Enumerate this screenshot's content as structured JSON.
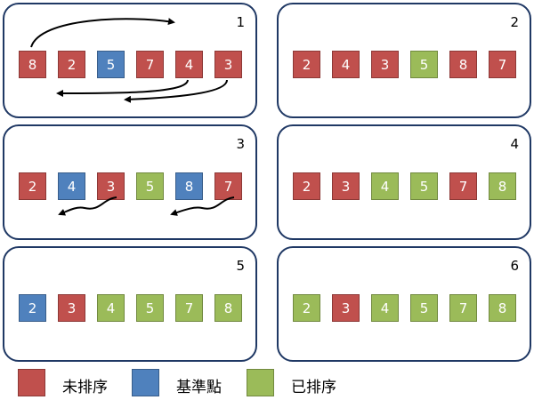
{
  "colors": {
    "unsorted": "#c0504d",
    "pivot": "#4f81bd",
    "sorted": "#9bbb59",
    "panel_border": "#1f3864"
  },
  "panels": [
    {
      "number": "1",
      "items": [
        {
          "value": "8",
          "state": "unsorted"
        },
        {
          "value": "2",
          "state": "unsorted"
        },
        {
          "value": "5",
          "state": "pivot"
        },
        {
          "value": "7",
          "state": "unsorted"
        },
        {
          "value": "4",
          "state": "unsorted"
        },
        {
          "value": "3",
          "state": "unsorted"
        }
      ]
    },
    {
      "number": "2",
      "items": [
        {
          "value": "2",
          "state": "unsorted"
        },
        {
          "value": "4",
          "state": "unsorted"
        },
        {
          "value": "3",
          "state": "unsorted"
        },
        {
          "value": "5",
          "state": "sorted"
        },
        {
          "value": "8",
          "state": "unsorted"
        },
        {
          "value": "7",
          "state": "unsorted"
        }
      ]
    },
    {
      "number": "3",
      "items": [
        {
          "value": "2",
          "state": "unsorted"
        },
        {
          "value": "4",
          "state": "pivot"
        },
        {
          "value": "3",
          "state": "unsorted"
        },
        {
          "value": "5",
          "state": "sorted"
        },
        {
          "value": "8",
          "state": "pivot"
        },
        {
          "value": "7",
          "state": "unsorted"
        }
      ]
    },
    {
      "number": "4",
      "items": [
        {
          "value": "2",
          "state": "unsorted"
        },
        {
          "value": "3",
          "state": "unsorted"
        },
        {
          "value": "4",
          "state": "sorted"
        },
        {
          "value": "5",
          "state": "sorted"
        },
        {
          "value": "7",
          "state": "unsorted"
        },
        {
          "value": "8",
          "state": "sorted"
        }
      ]
    },
    {
      "number": "5",
      "items": [
        {
          "value": "2",
          "state": "pivot"
        },
        {
          "value": "3",
          "state": "unsorted"
        },
        {
          "value": "4",
          "state": "sorted"
        },
        {
          "value": "5",
          "state": "sorted"
        },
        {
          "value": "7",
          "state": "sorted"
        },
        {
          "value": "8",
          "state": "sorted"
        }
      ]
    },
    {
      "number": "6",
      "items": [
        {
          "value": "2",
          "state": "sorted"
        },
        {
          "value": "3",
          "state": "unsorted"
        },
        {
          "value": "4",
          "state": "sorted"
        },
        {
          "value": "5",
          "state": "sorted"
        },
        {
          "value": "7",
          "state": "sorted"
        },
        {
          "value": "8",
          "state": "sorted"
        }
      ]
    }
  ],
  "legend": {
    "unsorted_label": "未排序",
    "pivot_label": "基準點",
    "sorted_label": "已排序"
  }
}
